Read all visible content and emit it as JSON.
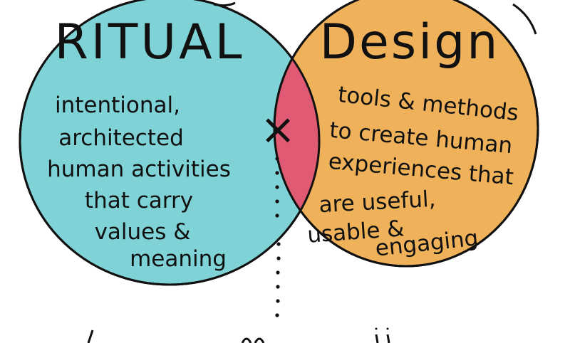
{
  "diagram": {
    "left": {
      "title": "RITUAL",
      "lines": [
        "intentional,",
        "architected",
        "human activities",
        "that carry",
        "values &",
        "meaning"
      ],
      "fill": "#7fd3d7"
    },
    "right": {
      "title": "Design",
      "lines": [
        "tools & methods",
        "to create human",
        "experiences that",
        "are useful,",
        "usable &",
        "engaging"
      ],
      "fill": "#efb25a"
    },
    "intersection": {
      "mark": "×",
      "fill": "#e05a74"
    },
    "stroke": "#111111"
  }
}
